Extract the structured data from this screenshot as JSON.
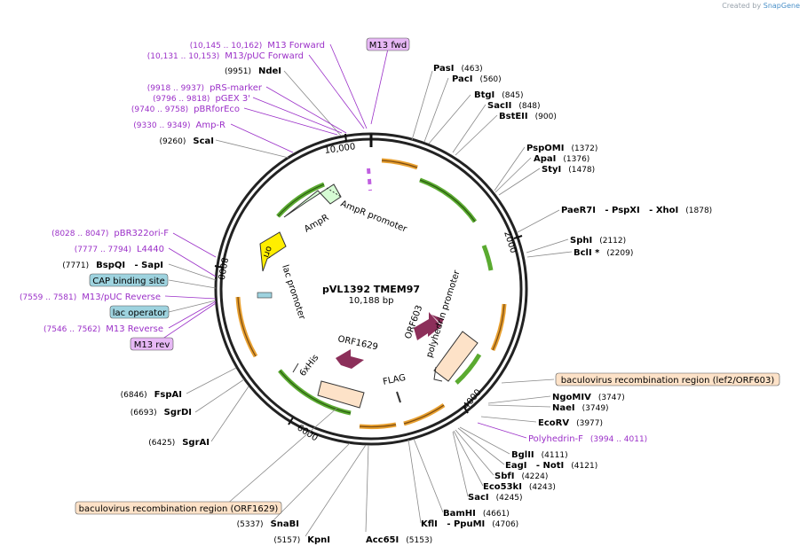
{
  "credit": {
    "prefix": "Created by",
    "brand": "SnapGene"
  },
  "plasmid": {
    "name": "pVL1392 TMEM97",
    "size": "10,188 bp"
  },
  "ruler": [
    "2000",
    "4000",
    "6000",
    "8000",
    "10,000"
  ],
  "enzymes": [
    {
      "name": "PasI",
      "pos": "(463)"
    },
    {
      "name": "PacI",
      "pos": "(560)"
    },
    {
      "name": "BtgI",
      "pos": "(845)"
    },
    {
      "name": "SacII",
      "pos": "(848)"
    },
    {
      "name": "BstEII",
      "pos": "(900)"
    },
    {
      "name": "PspOMI",
      "pos": "(1372)"
    },
    {
      "name": "ApaI",
      "pos": "(1376)"
    },
    {
      "name": "StyI",
      "pos": "(1478)"
    },
    {
      "name": "PaeR7I   - PspXI   - XhoI",
      "pos": "(1878)"
    },
    {
      "name": "SphI",
      "pos": "(2112)"
    },
    {
      "name": "BclI *",
      "pos": "(2209)"
    },
    {
      "name": "NgoMIV",
      "pos": "(3747)"
    },
    {
      "name": "NaeI",
      "pos": "(3749)"
    },
    {
      "name": "EcoRV",
      "pos": "(3977)"
    },
    {
      "name": "BglII",
      "pos": "(4111)"
    },
    {
      "name": "EagI   - NotI",
      "pos": "(4121)"
    },
    {
      "name": "SbfI",
      "pos": "(4224)"
    },
    {
      "name": "Eco53kI",
      "pos": "(4243)"
    },
    {
      "name": "SacI",
      "pos": "(4245)"
    },
    {
      "name": "BamHI",
      "pos": "(4661)"
    },
    {
      "name": "KflI   - PpuMI",
      "pos": "(4706)"
    },
    {
      "name": "Acc65I",
      "pos": "(5153)"
    },
    {
      "name": "KpnI",
      "pos": "(5157)"
    },
    {
      "name": "SnaBI",
      "pos": "(5337)"
    },
    {
      "name": "SgrAI",
      "pos": "(6425)"
    },
    {
      "name": "SgrDI",
      "pos": "(6693)"
    },
    {
      "name": "FspAI",
      "pos": "(6846)"
    },
    {
      "name": "BspQI   - SapI",
      "pos": "(7771)"
    },
    {
      "name": "ScaI",
      "pos": "(9260)"
    },
    {
      "name": "NdeI",
      "pos": "(9951)"
    }
  ],
  "primers": [
    {
      "name": "M13 Forward",
      "range": "(10,145 .. 10,162)"
    },
    {
      "name": "M13/pUC Forward",
      "range": "(10,131 .. 10,153)"
    },
    {
      "name": "pRS-marker",
      "range": "(9918 .. 9937)"
    },
    {
      "name": "pGEX 3'",
      "range": "(9796 .. 9818)"
    },
    {
      "name": "pBRforEco",
      "range": "(9740 .. 9758)"
    },
    {
      "name": "Amp-R",
      "range": "(9330 .. 9349)"
    },
    {
      "name": "pBR322ori-F",
      "range": "(8028 .. 8047)"
    },
    {
      "name": "L4440",
      "range": "(7777 .. 7794)"
    },
    {
      "name": "M13/pUC Reverse",
      "range": "(7559 .. 7581)"
    },
    {
      "name": "M13 Reverse",
      "range": "(7546 .. 7562)"
    },
    {
      "name": "Polyhedrin-F",
      "range": "(3994 .. 4011)"
    }
  ],
  "boxes": {
    "m13fwd": "M13 fwd",
    "m13rev": "M13 rev",
    "cap": "CAP binding site",
    "lacop": "lac operator",
    "bac_right": "baculovirus recombination region (lef2/ORF603)",
    "bac_left": "baculovirus recombination region (ORF1629)"
  },
  "features": {
    "ampr": "AmpR",
    "ampr_promoter": "AmpR promoter",
    "ori": "ori",
    "lac_promoter": "lac promoter",
    "orf603": "ORF603",
    "polyhedrin_promoter": "polyhedrin promoter",
    "orf1629": "ORF1629",
    "sixhis": "6xHis",
    "flag": "FLAG"
  },
  "colors": {
    "enzyme_text": "#000000",
    "primer_text": "#9b30c8",
    "primer_box": "#e7b8f5",
    "misc_box": "#9ed3df",
    "baculo_box": "#fde2c8",
    "orf_arrow": "#8c2f5a",
    "ampr_fill": "#d6fcd4",
    "ori_fill": "#ffee00",
    "orange_arc": "#e8a030",
    "green_arc": "#5aaa30"
  }
}
